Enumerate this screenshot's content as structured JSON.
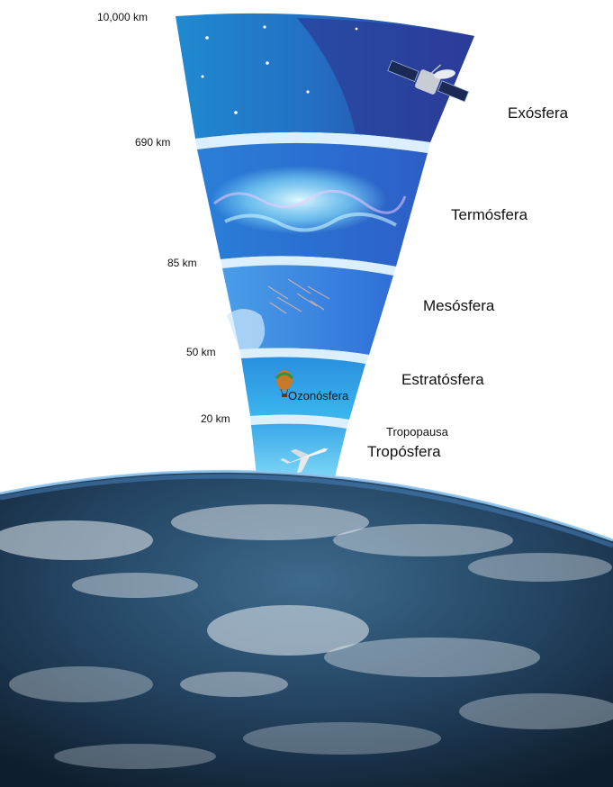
{
  "altitudes": {
    "top": "10,000 km",
    "exo_thermo": "690 km",
    "thermo_meso": "85 km",
    "meso_strato": "50 km",
    "strato_tropo": "20 km"
  },
  "layers": {
    "exosfera": "Exósfera",
    "termosfera": "Termósfera",
    "mesosfera": "Mesósfera",
    "estratosfera": "Estratósfera",
    "ozonosfera": "Ozonósfera",
    "tropopausa": "Tropopausa",
    "troposfera": "Tropósfera"
  },
  "colors": {
    "exosphere": "#2a57b0",
    "thermosphere": "#2f6fd0",
    "mesosphere": "#3a86e0",
    "stratosphere": "#29a5e6",
    "troposphere": "#4cc1ef",
    "separator": "#dcefff",
    "aurora": "#9ff2ff",
    "ocean": "#1f3c5a",
    "cloud": "#e9eef2"
  }
}
